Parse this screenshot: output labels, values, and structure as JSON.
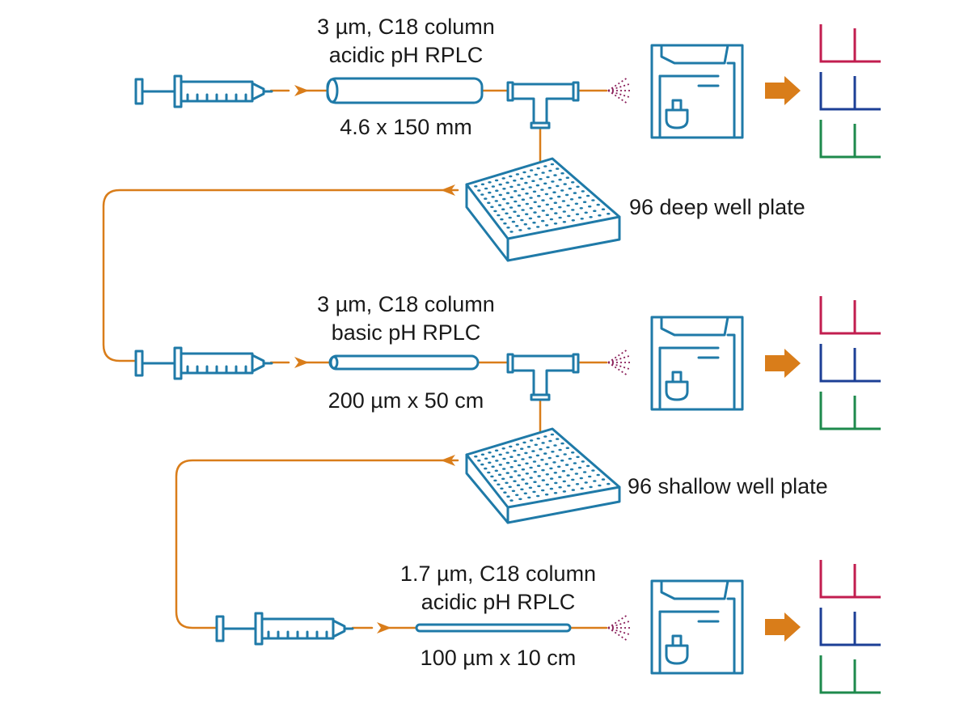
{
  "colors": {
    "instrument": "#1f7aa8",
    "flow": "#d97d1a",
    "spray": "#8a1f5a",
    "trace_red": "#c21d4f",
    "trace_blue": "#1c3f96",
    "trace_green": "#1e8a4c"
  },
  "stages": [
    {
      "column_line1": "3 µm, C18 column",
      "column_line2": "acidic pH RPLC",
      "column_dims": "4.6 x 150 mm",
      "plate_label": "96 deep well plate"
    },
    {
      "column_line1": "3 µm, C18 column",
      "column_line2": "basic pH RPLC",
      "column_dims": "200 µm x 50 cm",
      "plate_label": "96 shallow well plate"
    },
    {
      "column_line1": "1.7 µm, C18 column",
      "column_line2": "acidic pH RPLC",
      "column_dims": "100 µm x 10 cm"
    }
  ],
  "icons": {
    "syringe": "syringe-icon",
    "column": "column-icon",
    "tee": "tee-splitter-icon",
    "spray": "electrospray-icon",
    "ms": "mass-spectrometer-icon",
    "arrow": "right-arrow-icon",
    "traces": "spectra-traces-icon",
    "plate": "well-plate-icon"
  }
}
